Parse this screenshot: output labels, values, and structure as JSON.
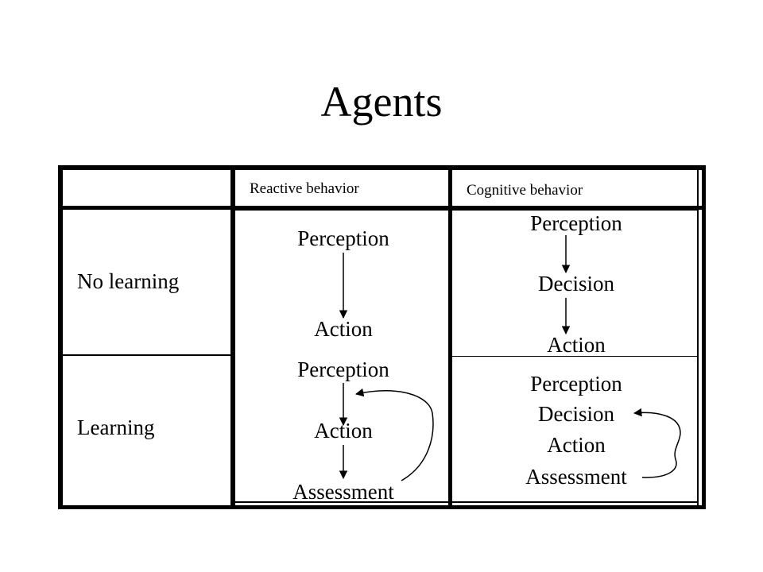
{
  "title": "Agents",
  "headers": {
    "reactive": "Reactive behavior",
    "cognitive": "Cognitive behavior"
  },
  "rows": {
    "no_learning": "No learning",
    "learning": "Learning"
  },
  "cells": {
    "reactive_no_learning": [
      "Perception",
      "Action"
    ],
    "cognitive_no_learning": [
      "Perception",
      "Decision",
      "Action"
    ],
    "reactive_learning": [
      "Perception",
      "Action",
      "Assessment"
    ],
    "cognitive_learning": [
      "Perception",
      "Decision",
      "Action",
      "Assessment"
    ]
  }
}
